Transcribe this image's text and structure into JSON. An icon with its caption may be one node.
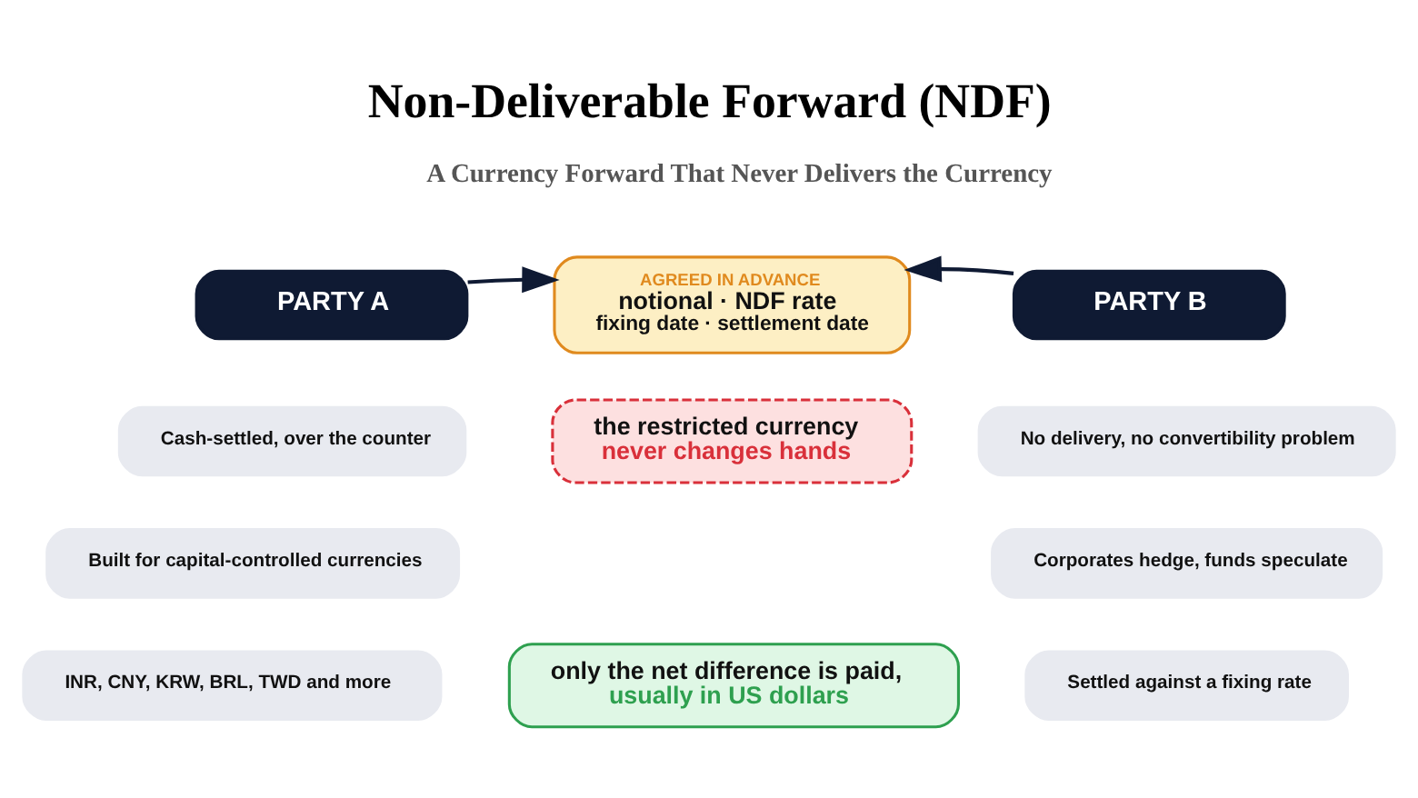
{
  "diagram": {
    "title": "Non-Deliverable Forward (NDF)",
    "nodes": [
      {
        "text": [
          "PARTY A"
        ]
      },
      {
        "text": [
          "AGREED IN ADVANCE",
          "notional · NDF rate",
          "fixing date · settlement date"
        ]
      },
      {
        "text": [
          "PARTY B"
        ]
      },
      {
        "text": [
          "Cash-settled, over the counter"
        ]
      },
      {
        "text": [
          "Built for capital-controlled currencies"
        ]
      },
      {
        "text": [
          "INR, CNY, KRW, BRL, TWD and more"
        ]
      },
      {
        "text": [
          "the restricted currency",
          "never changes hands"
        ]
      },
      {
        "text": [
          "only the net difference is paid,",
          "usually in US dollars"
        ]
      },
      {
        "text": [
          "No delivery, no convertibility problem"
        ]
      },
      {
        "text": [
          "Corporates hedge, funds speculate"
        ]
      },
      {
        "text": [
          "Settled against a fixing rate"
        ]
      }
    ],
    "edges": [
      {
        "from": 0,
        "to": 1,
        "arrow": "to"
      },
      {
        "from": 2,
        "to": 1,
        "arrow": "to"
      }
    ],
    "labels": [
      "A Currency Forward That Never Delivers the Currency"
    ]
  }
}
